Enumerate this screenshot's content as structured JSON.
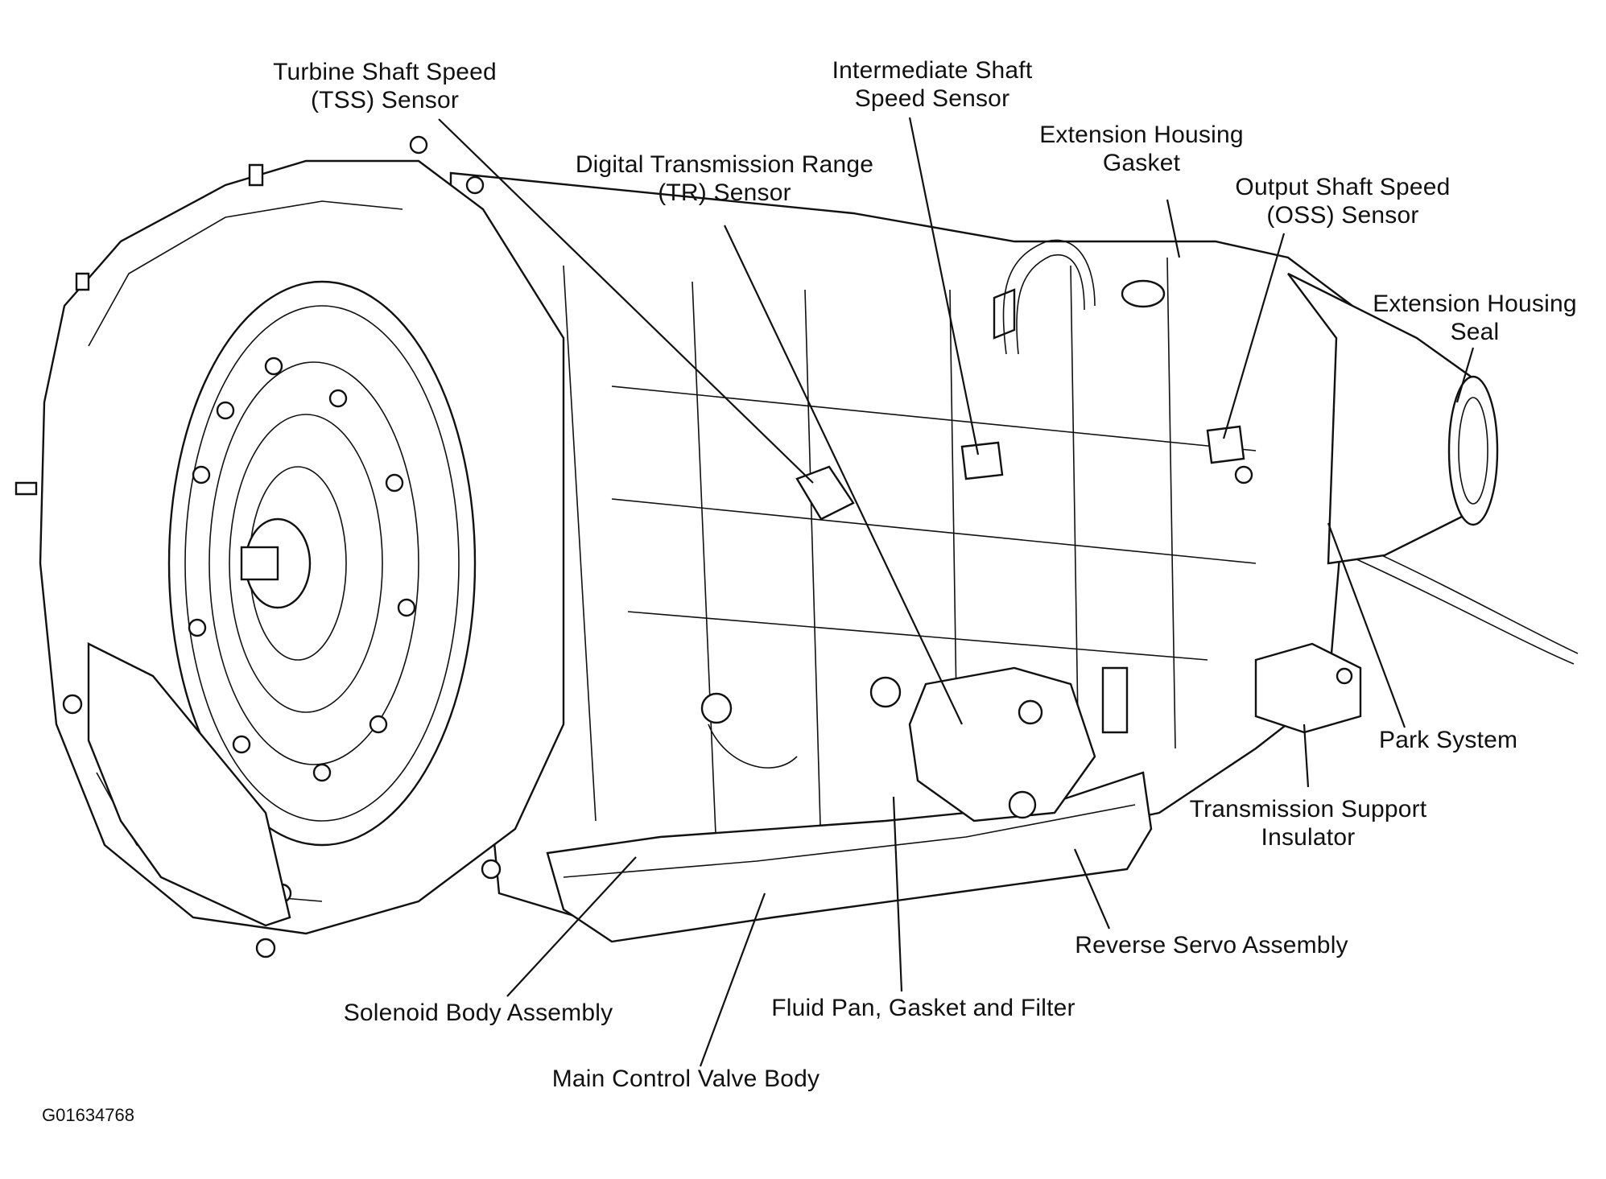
{
  "figure_id": "G01634768",
  "labels": {
    "tss": [
      "Turbine Shaft Speed",
      "(TSS) Sensor"
    ],
    "iss": [
      "Intermediate Shaft",
      "Speed Sensor"
    ],
    "ext_gasket": [
      "Extension Housing",
      "Gasket"
    ],
    "tr": [
      "Digital Transmission Range",
      "(TR) Sensor"
    ],
    "oss": [
      "Output Shaft Speed",
      "(OSS) Sensor"
    ],
    "ext_seal": [
      "Extension Housing",
      "Seal"
    ],
    "park": [
      "Park System"
    ],
    "insulator": [
      "Transmission Support",
      "Insulator"
    ],
    "servo": [
      "Reverse Servo Assembly"
    ],
    "fluid_pan": [
      "Fluid Pan, Gasket and Filter"
    ],
    "solenoid": [
      "Solenoid Body Assembly"
    ],
    "valve_body": [
      "Main Control Valve Body"
    ]
  }
}
